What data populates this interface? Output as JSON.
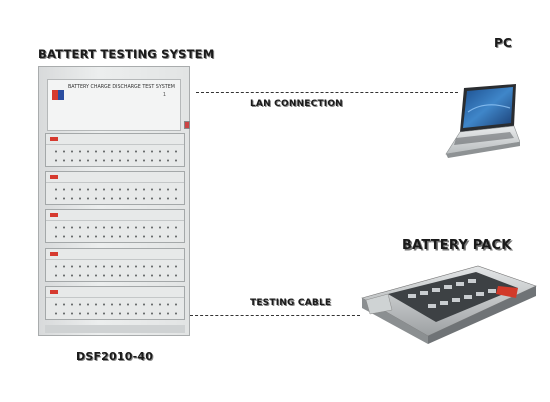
{
  "labels": {
    "system_title": "BATTERT TESTING SYSTEM",
    "pc": "PC",
    "lan": "LAN CONNECTION",
    "battery_pack": "BATTERY PACK",
    "cable": "TESTING CABLE",
    "model": "DSF2010-40"
  },
  "cabinet": {
    "header_text": "BATTERY CHARGE DISCHARGE TEST SYSTEM",
    "panel_number": "1",
    "logo_colors": [
      "#d63a2f",
      "#2b4da0"
    ],
    "chassis_count": 5
  },
  "icons": {
    "cabinet": "tester-cabinet-icon",
    "laptop": "laptop-icon",
    "battery": "battery-pack-icon"
  }
}
